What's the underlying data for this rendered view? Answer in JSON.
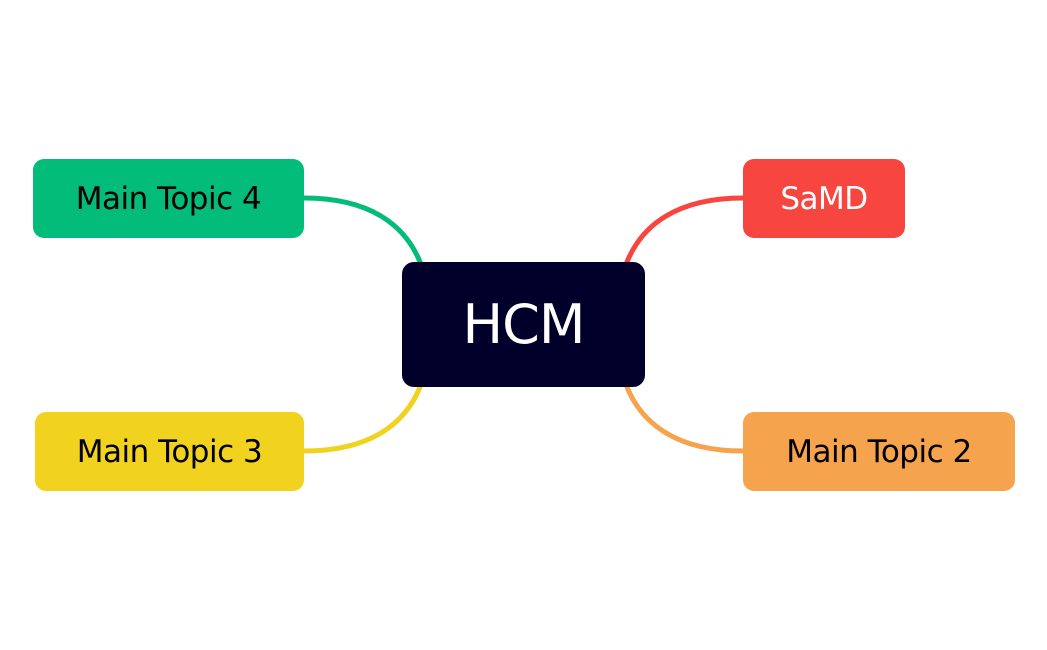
{
  "central": {
    "label": "HCM",
    "bg": "#00002a",
    "text_color": "#ffffff"
  },
  "topics": {
    "samd": {
      "label": "SaMD",
      "bg": "#f7463f",
      "text_color": "#ffffff",
      "line_color": "#f7463f"
    },
    "topic2": {
      "label": "Main Topic 2",
      "bg": "#f6a34d",
      "text_color": "#000000",
      "line_color": "#f6a34d"
    },
    "topic3": {
      "label": "Main Topic 3",
      "bg": "#f0d21f",
      "text_color": "#000000",
      "line_color": "#f0d21f"
    },
    "topic4": {
      "label": "Main Topic 4",
      "bg": "#03bc7a",
      "text_color": "#000000",
      "line_color": "#03bc7a"
    }
  }
}
